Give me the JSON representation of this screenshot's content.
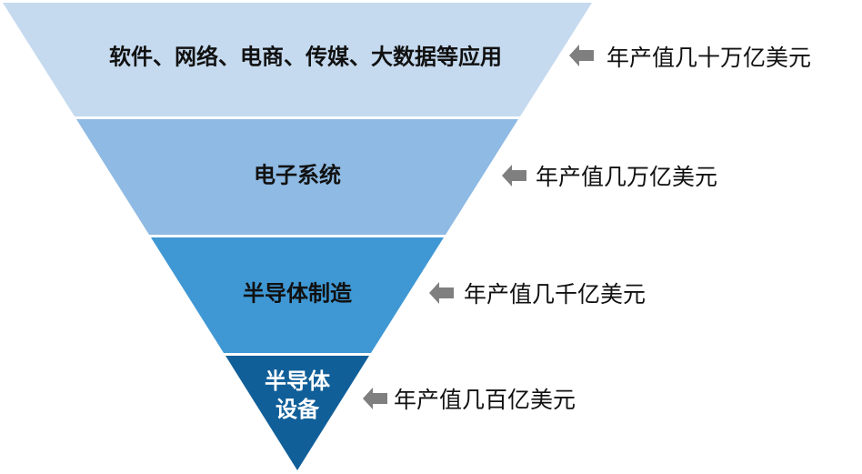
{
  "levels": [
    {
      "label": "软件、网络、电商、传媒、大数据等应用",
      "value": "年产值几十万亿美元",
      "color": "#c5daef"
    },
    {
      "label": "电子系统",
      "value": "年产值几万亿美元",
      "color": "#8ebae3"
    },
    {
      "label": "半导体制造",
      "value": "年产值几千亿美元",
      "color": "#3f98d4"
    },
    {
      "label_line1": "半导体",
      "label_line2": "设备",
      "value": "年产值几百亿美元",
      "color": "#115f99"
    }
  ],
  "icons": {
    "arrow": "arrow-left-icon",
    "arrow_color": "#7f7f7f"
  }
}
